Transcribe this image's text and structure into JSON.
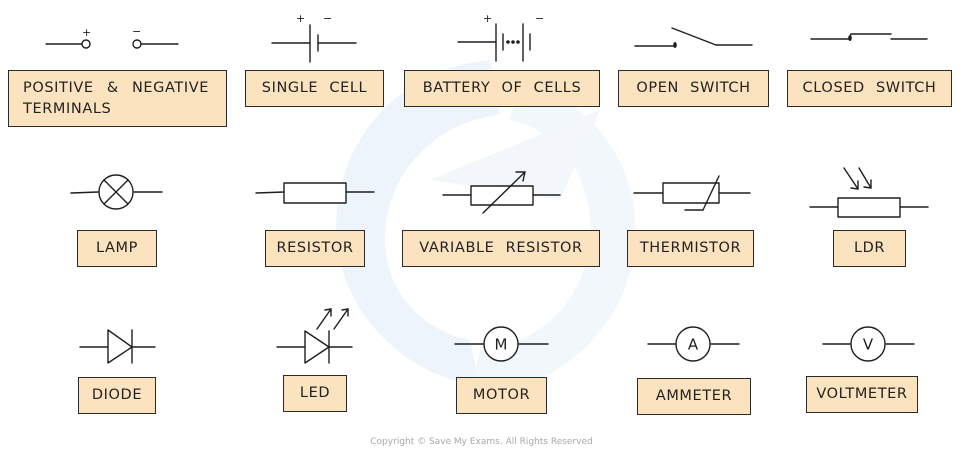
{
  "title": "Circuit Symbols",
  "colors": {
    "label_fill": "#fce3bf",
    "label_border": "#2a2a2a",
    "stroke": "#1e1e1e",
    "watermark": "#eef4fb",
    "copyright_text": "#a8a8a8"
  },
  "components": [
    {
      "id": "terminals",
      "label": "POSITIVE & NEGATIVE TERMINALS",
      "symbol": "terminals",
      "marks": [
        "+",
        "−"
      ]
    },
    {
      "id": "single-cell",
      "label": "SINGLE CELL",
      "symbol": "single-cell",
      "marks": [
        "+",
        "−"
      ]
    },
    {
      "id": "battery",
      "label": "BATTERY OF CELLS",
      "symbol": "battery",
      "marks": [
        "+",
        "−"
      ]
    },
    {
      "id": "open-switch",
      "label": "OPEN SWITCH",
      "symbol": "open-switch"
    },
    {
      "id": "closed-switch",
      "label": "CLOSED SWITCH",
      "symbol": "closed-switch"
    },
    {
      "id": "lamp",
      "label": "LAMP",
      "symbol": "lamp"
    },
    {
      "id": "resistor",
      "label": "RESISTOR",
      "symbol": "resistor"
    },
    {
      "id": "variable-resistor",
      "label": "VARIABLE RESISTOR",
      "symbol": "variable-resistor"
    },
    {
      "id": "thermistor",
      "label": "THERMISTOR",
      "symbol": "thermistor"
    },
    {
      "id": "ldr",
      "label": "LDR",
      "symbol": "ldr"
    },
    {
      "id": "diode",
      "label": "DIODE",
      "symbol": "diode"
    },
    {
      "id": "led",
      "label": "LED",
      "symbol": "led"
    },
    {
      "id": "motor",
      "label": "MOTOR",
      "symbol": "meter",
      "letter": "M"
    },
    {
      "id": "ammeter",
      "label": "AMMETER",
      "symbol": "meter",
      "letter": "A"
    },
    {
      "id": "voltmeter",
      "label": "VOLTMETER",
      "symbol": "meter",
      "letter": "V"
    }
  ],
  "footer": {
    "copyright": "Copyright © Save My Exams. All Rights Reserved"
  }
}
